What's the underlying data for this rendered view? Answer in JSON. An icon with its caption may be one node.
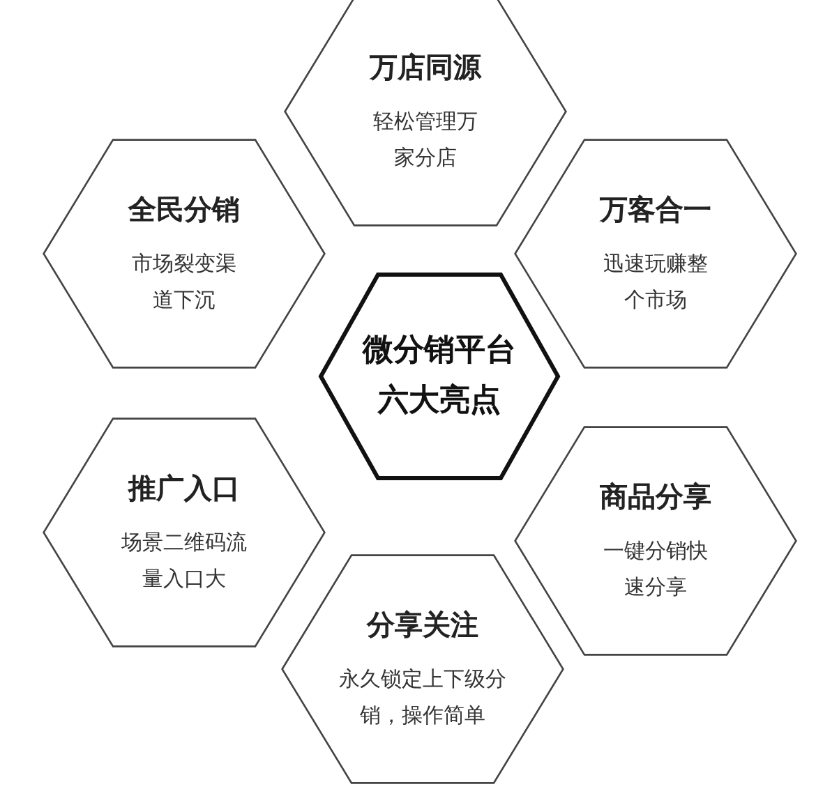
{
  "diagram": {
    "nodes": [
      {
        "text": [
          "万店同源",
          "轻松管理万家分店"
        ]
      },
      {
        "text": [
          "全民分销",
          "市场裂变渠道下沉"
        ]
      },
      {
        "text": [
          "万客合一",
          "迅速玩赚整个市场"
        ]
      },
      {
        "text": [
          "微分销平台六大亮点"
        ]
      },
      {
        "text": [
          "推广入口",
          "场景二维码流量入口大"
        ]
      },
      {
        "text": [
          "商品分享",
          "一键分销快速分享"
        ]
      },
      {
        "text": [
          "分享关注",
          "永久锁定上下级分销，操作简单"
        ]
      }
    ]
  }
}
